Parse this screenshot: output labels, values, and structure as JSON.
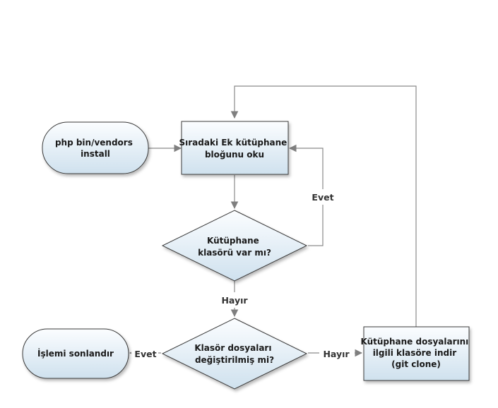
{
  "nodes": {
    "start": {
      "lines": [
        "php bin/vendors",
        "install"
      ]
    },
    "read_block": {
      "lines": [
        "Sıradaki Ek kütüphane",
        "bloğunu oku"
      ]
    },
    "folder_exists": {
      "lines": [
        "Kütüphane",
        "klasörü var mı?"
      ]
    },
    "files_changed": {
      "lines": [
        "Klasör dosyaları",
        "değiştirilmiş mi?"
      ]
    },
    "download": {
      "lines": [
        "Kütüphane dosyalarını",
        "ilgili klasöre indir",
        "(git clone)"
      ]
    },
    "end": {
      "lines": [
        "İşlemi sonlandır"
      ]
    }
  },
  "edges": {
    "exists_yes": "Evet",
    "exists_no": "Hayır",
    "changed_yes": "Evet",
    "changed_no": "Hayır"
  },
  "colors": {
    "fill_top": "#fbfdff",
    "fill_bottom": "#cfe1ee",
    "border": "#3a3a3a",
    "connector": "#8a8a8a"
  }
}
